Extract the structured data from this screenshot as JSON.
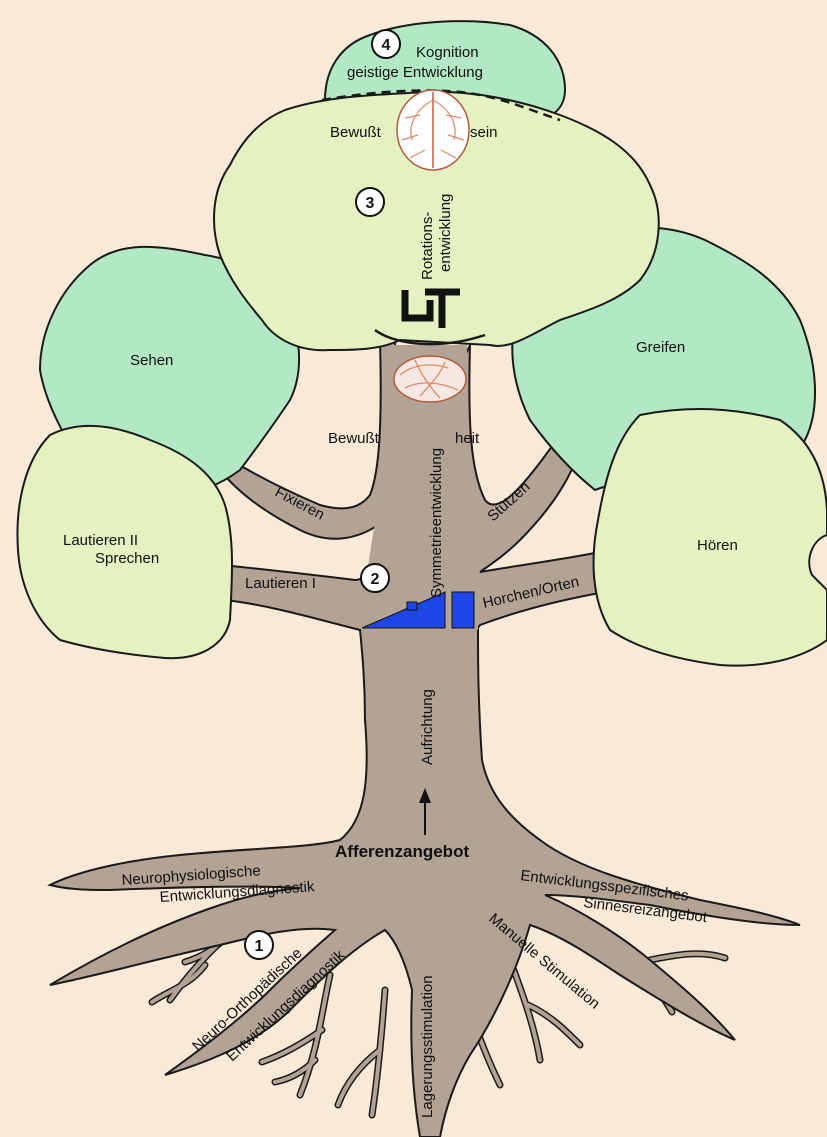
{
  "colors": {
    "background": "#f9ead7",
    "trunk": "#b3a394",
    "outline": "#1a1a1a",
    "light_crown": "#e3f2c0",
    "mint_crown": "#b3e8c4",
    "blue_marker": "#1e46e6"
  },
  "icons": [
    "brain-top-view-icon",
    "brain-side-view-icon",
    "rotation-symbol-icon",
    "up-arrow-icon"
  ],
  "stage_numbers": [
    "1",
    "2",
    "3",
    "4"
  ],
  "crown": {
    "kognition_line1": "Kognition",
    "kognition_line2": "geistige Entwicklung",
    "bewusst_top_left": "Bewußt",
    "bewusst_top_right": "sein",
    "rotation_line1": "Rotations-",
    "rotation_line2": "entwicklung",
    "sehen": "Sehen",
    "greifen": "Greifen",
    "lautieren2_line1": "Lautieren II",
    "lautieren2_line2": "Sprechen",
    "hoeren": "Hören"
  },
  "trunk": {
    "bewusst_mid_left": "Bewußt",
    "bewusst_mid_right": "heit",
    "symmetrie": "Symmetrieentwicklung",
    "aufrichtung": "Aufrichtung",
    "afferenz": "Afferenzangebot"
  },
  "branches": {
    "fixieren": "Fixieren",
    "lautieren1": "Lautieren I",
    "stuetzen": "Stützen",
    "horchen": "Horchen/Orten"
  },
  "roots": {
    "neurophys_line1": "Neurophysiologische",
    "neurophys_line2": "Entwicklungsdiagnostik",
    "neuroortho_line1": "Neuro-Orthopädische",
    "neuroortho_line2": "Entwicklungsdiagnostik",
    "lagerung": "Lagerungsstimulation",
    "manuelle": "Manuelle Stimulation",
    "entwspez_line1": "Entwicklungsspezifisches",
    "entwspez_line2": "Sinnesreizangebot"
  }
}
